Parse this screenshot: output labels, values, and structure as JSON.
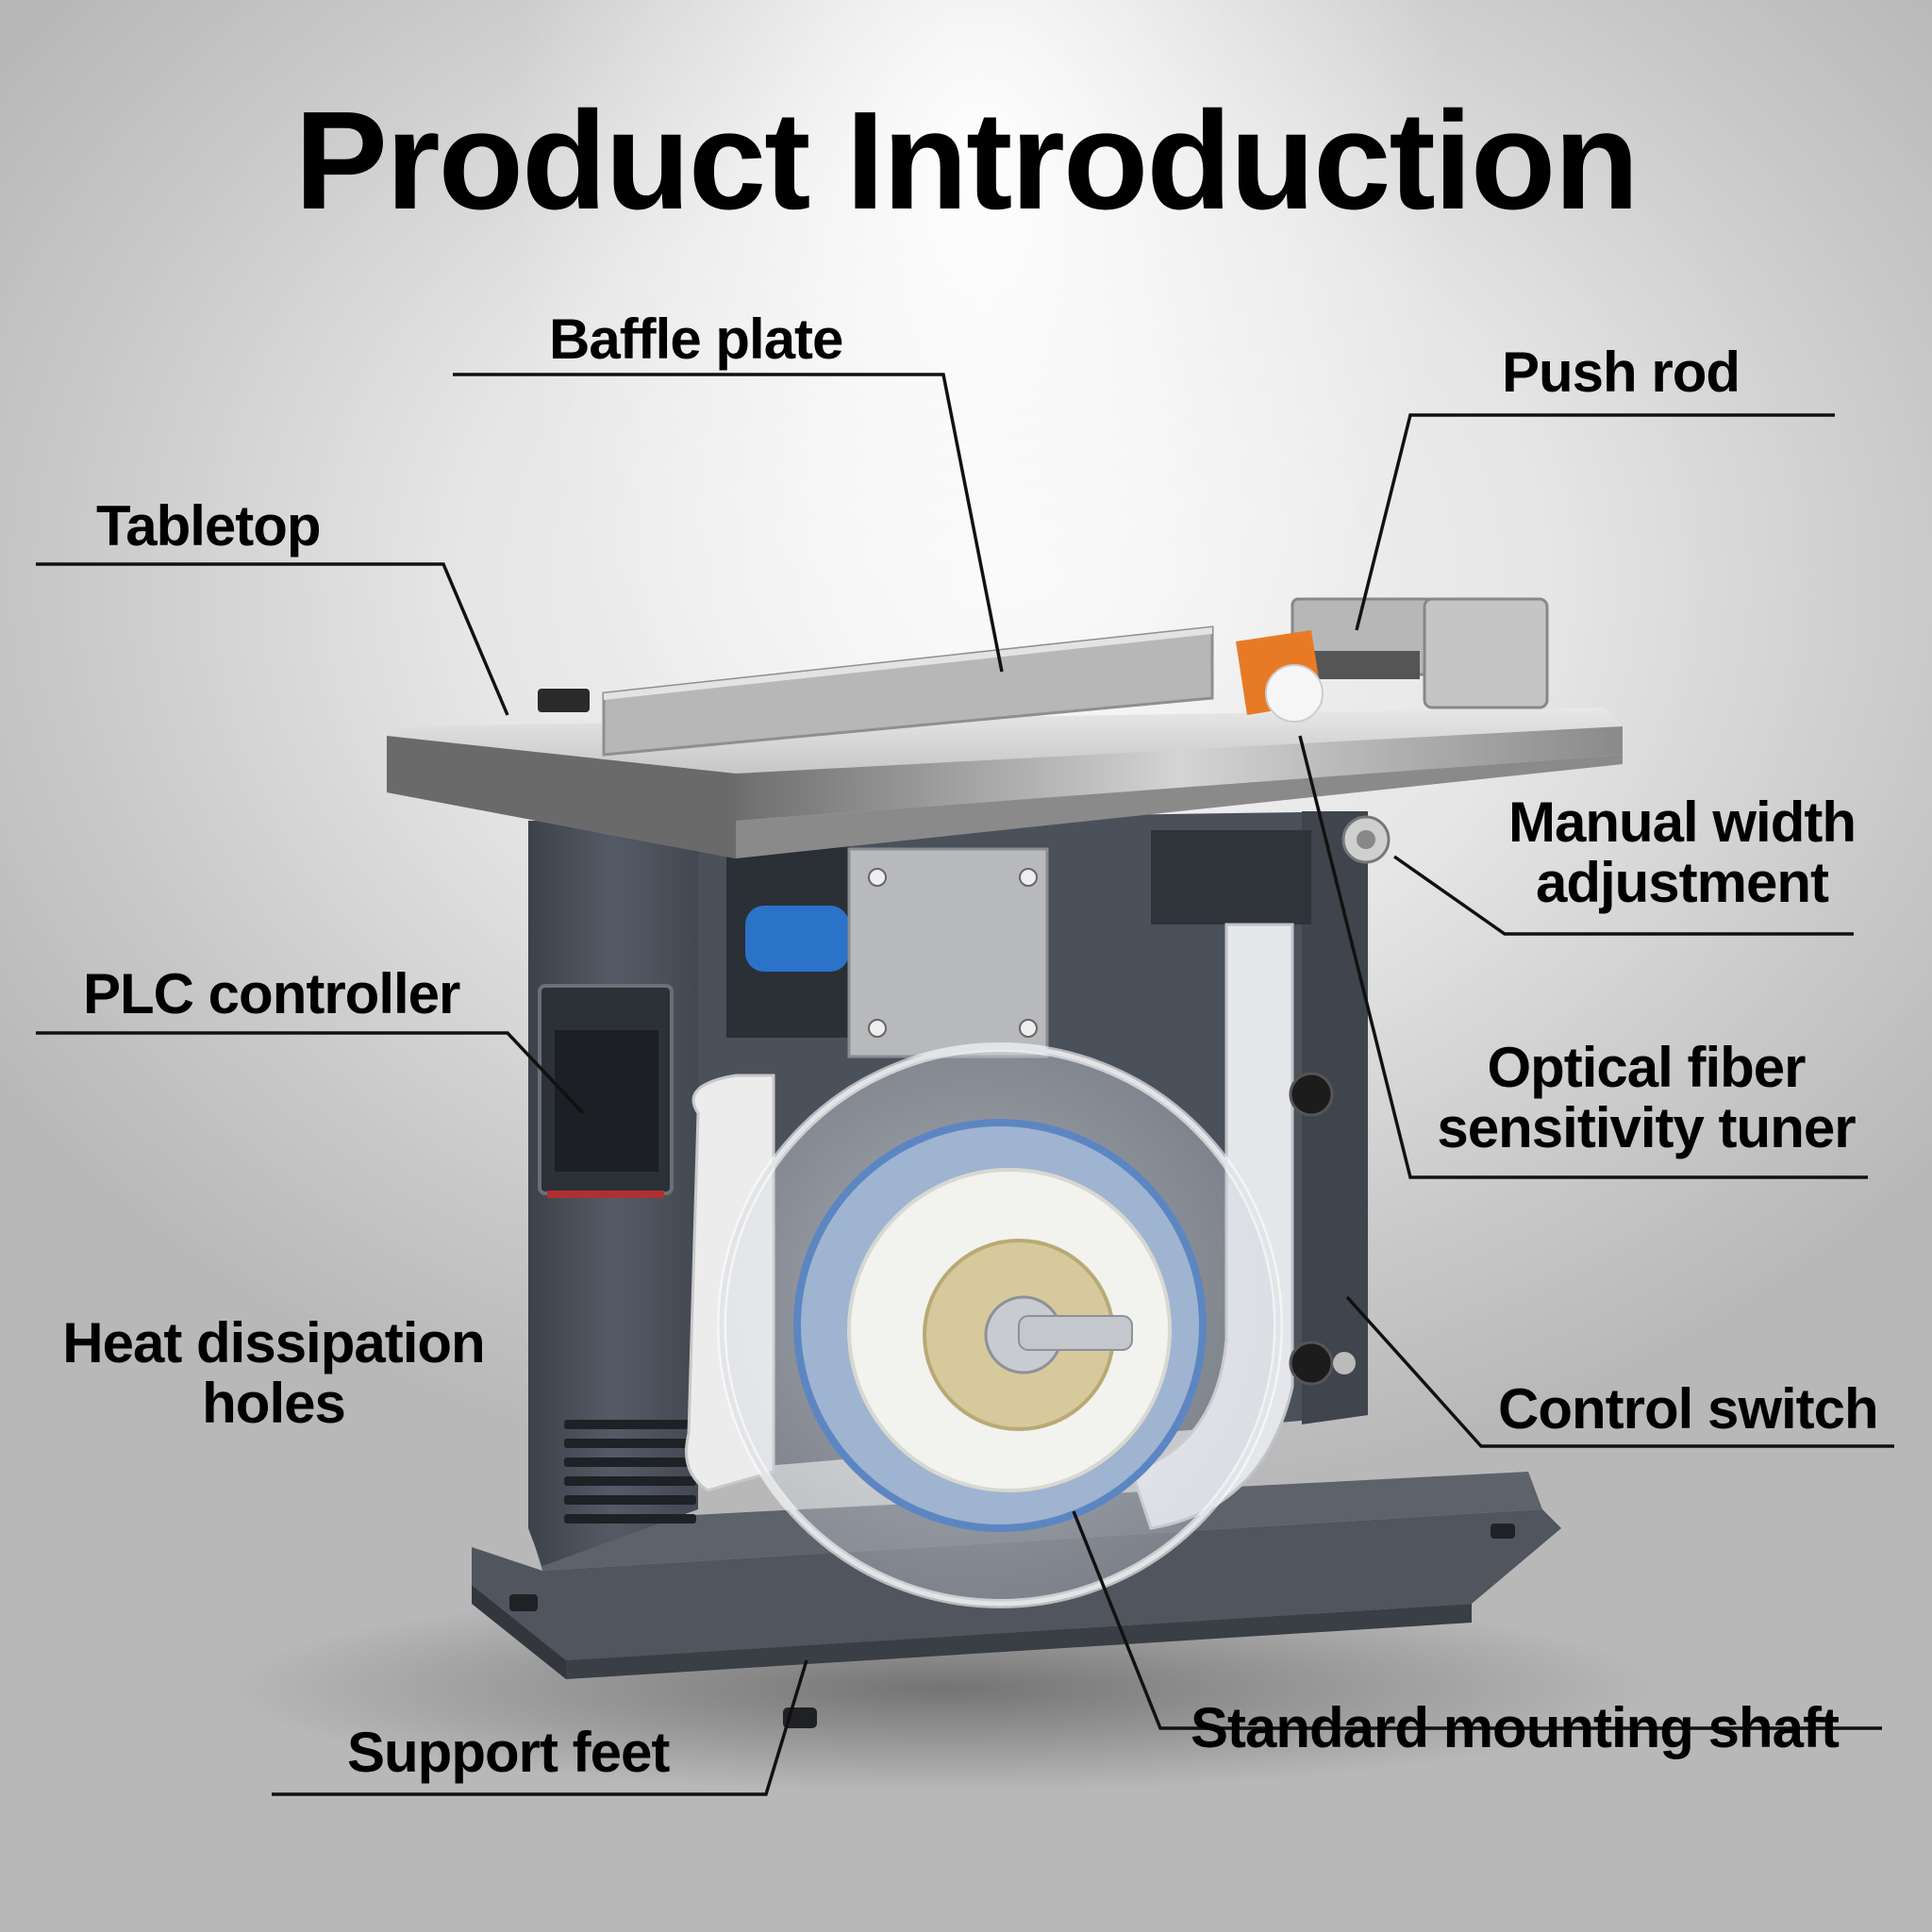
{
  "title": "Product Introduction",
  "labels": {
    "baffle_plate": "Baffle plate",
    "push_rod": "Push rod",
    "tabletop": "Tabletop",
    "plc_controller": "PLC controller",
    "manual_width_line1": "Manual width",
    "manual_width_line2": "adjustment",
    "optical_fiber_line1": "Optical fiber",
    "optical_fiber_line2": "sensitivity tuner",
    "heat_dissipation_line1": "Heat dissipation",
    "heat_dissipation_line2": "holes",
    "control_switch": "Control switch",
    "support_feet": "Support feet",
    "standard_mounting_shaft": "Standard mounting shaft"
  },
  "colors": {
    "machine_body": "#4a4f58",
    "stainless": "#c4c4c4",
    "blue_roller": "#2a73c8",
    "orange_block": "#e87a26",
    "leader_line": "#111111"
  }
}
